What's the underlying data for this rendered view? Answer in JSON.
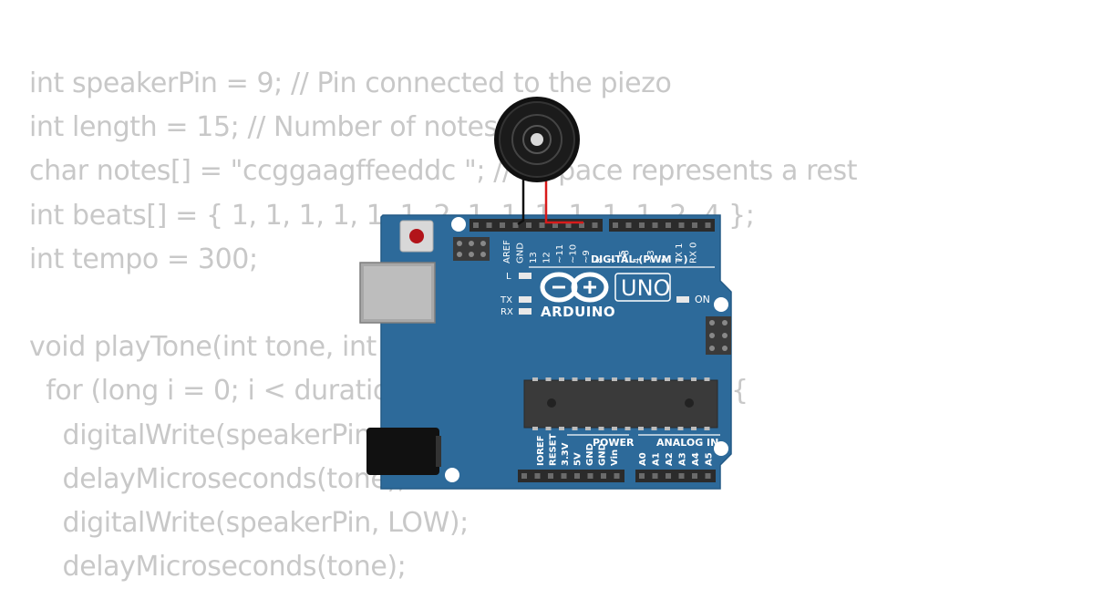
{
  "code": {
    "lines": [
      "int speakerPin = 9; // Pin connected to the piezo",
      "int length = 15; // Number of notes",
      "char notes[] = \"ccggaagffeeddc \"; // a space represents a rest",
      "int beats[] = { 1, 1, 1, 1, 1, 1, 2, 1, 1, 1, 1, 1, 1, 2, 4 };",
      "int tempo = 300;",
      "",
      "void playTone(int tone, int duration) {",
      "  for (long i = 0; i < duration * 1000L; i += tone * 2) {",
      "    digitalWrite(speakerPin, HIGH);",
      "    delayMicroseconds(tone);",
      "    digitalWrite(speakerPin, LOW);",
      "    delayMicroseconds(tone);"
    ]
  },
  "board": {
    "brand": "ARDUINO",
    "model": "UNO",
    "digital_header_label": "DIGITAL (PWM ~)",
    "power_header_label": "POWER",
    "analog_header_label": "ANALOG IN",
    "on_led_label": "ON",
    "l_led_label": "L",
    "tx_led_label": "TX",
    "rx_led_label": "RX",
    "digital_pins": [
      "AREF",
      "GND",
      "13",
      "12",
      "~11",
      "~10",
      "~9",
      "8",
      "7",
      "~6",
      "~5",
      "4",
      "~3",
      "2",
      "TX 1",
      "RX 0"
    ],
    "power_pins": [
      "IOREF",
      "RESET",
      "3.3V",
      "5V",
      "GND",
      "GND",
      "Vin"
    ],
    "analog_pins": [
      "A0",
      "A1",
      "A2",
      "A3",
      "A4",
      "A5"
    ]
  },
  "colors": {
    "code_text": "#c8c8c8",
    "board": "#2d6a9a",
    "header": "#2b2b2b",
    "wire_black": "#111111",
    "wire_red": "#d81b1b"
  },
  "icons": {
    "buzzer": "piezo-buzzer-icon",
    "logo": "arduino-infinity-logo-icon"
  }
}
